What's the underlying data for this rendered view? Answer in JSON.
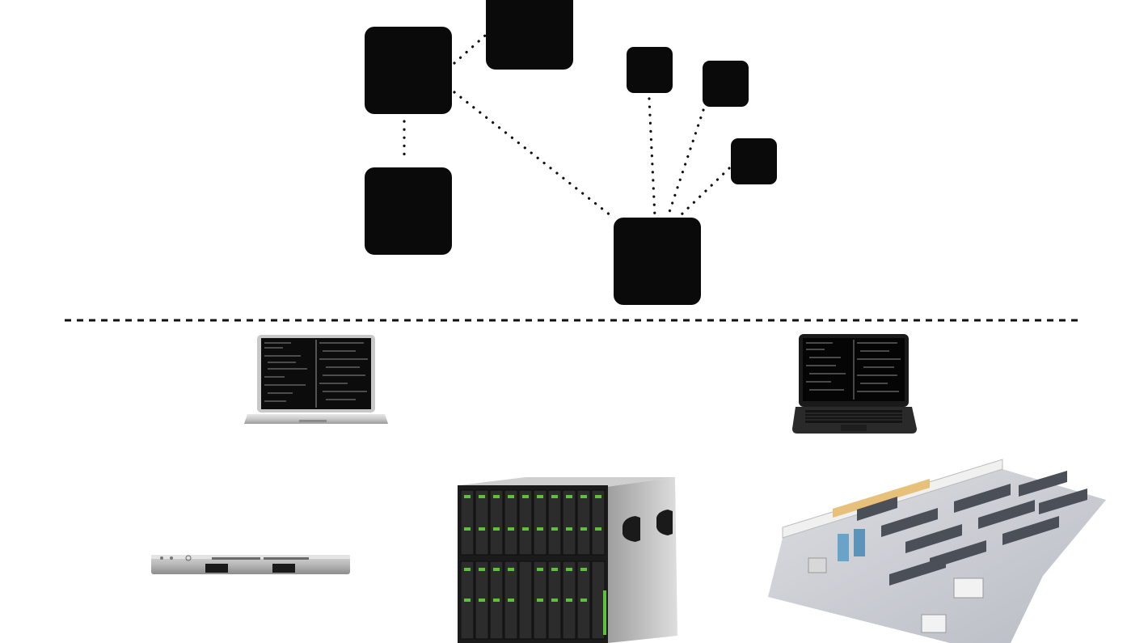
{
  "diagram": {
    "nodes": [
      {
        "id": "n1",
        "kind": "large"
      },
      {
        "id": "n2",
        "kind": "large"
      },
      {
        "id": "n3",
        "kind": "large"
      },
      {
        "id": "n4",
        "kind": "large"
      },
      {
        "id": "n5",
        "kind": "small"
      },
      {
        "id": "n6",
        "kind": "small"
      },
      {
        "id": "n7",
        "kind": "small"
      }
    ],
    "edges": [
      {
        "from": "n1",
        "to": "n2",
        "style": "dotted"
      },
      {
        "from": "n1",
        "to": "n3",
        "style": "dotted"
      },
      {
        "from": "n1",
        "to": "n4",
        "style": "dotted"
      },
      {
        "from": "n4",
        "to": "n5",
        "style": "dotted"
      },
      {
        "from": "n4",
        "to": "n6",
        "style": "dotted"
      },
      {
        "from": "n4",
        "to": "n7",
        "style": "dotted"
      }
    ],
    "node_color": "#0a0a0a",
    "line_color": "#111111"
  },
  "divider": {
    "style": "dashed"
  },
  "devices": {
    "laptops": [
      {
        "id": "laptop-mac",
        "icon": "laptop-silver-icon"
      },
      {
        "id": "laptop-dell",
        "icon": "laptop-black-icon"
      }
    ],
    "infrastructure": [
      {
        "id": "rack-server",
        "icon": "rack-server-1u-icon"
      },
      {
        "id": "blade-chassis",
        "icon": "blade-chassis-icon"
      },
      {
        "id": "datacenter",
        "icon": "datacenter-floor-icon"
      }
    ]
  }
}
